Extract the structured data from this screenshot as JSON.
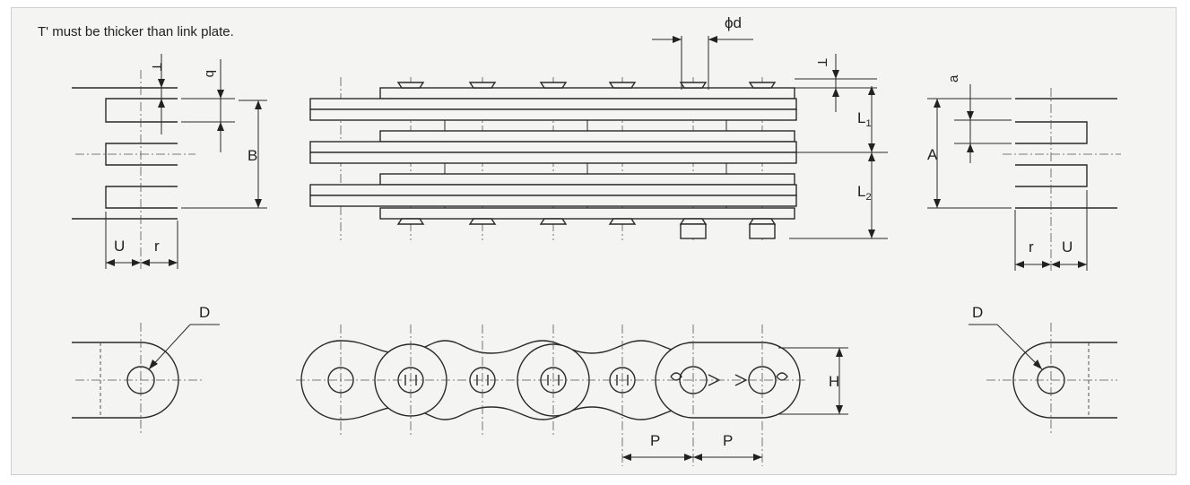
{
  "note": "T' must be thicker than link plate.",
  "labels": {
    "T_left": "T",
    "b": "b",
    "B": "B",
    "U_left": "U",
    "r_left": "r",
    "phi_d": "ϕd",
    "T_right": "T",
    "L": "L",
    "L1_sub": "1",
    "L2_sub": "2",
    "a": "a",
    "A": "A",
    "r_right": "r",
    "U_right": "U",
    "D_left": "D",
    "D_right": "D",
    "H": "H",
    "P1": "P",
    "P2": "P"
  }
}
